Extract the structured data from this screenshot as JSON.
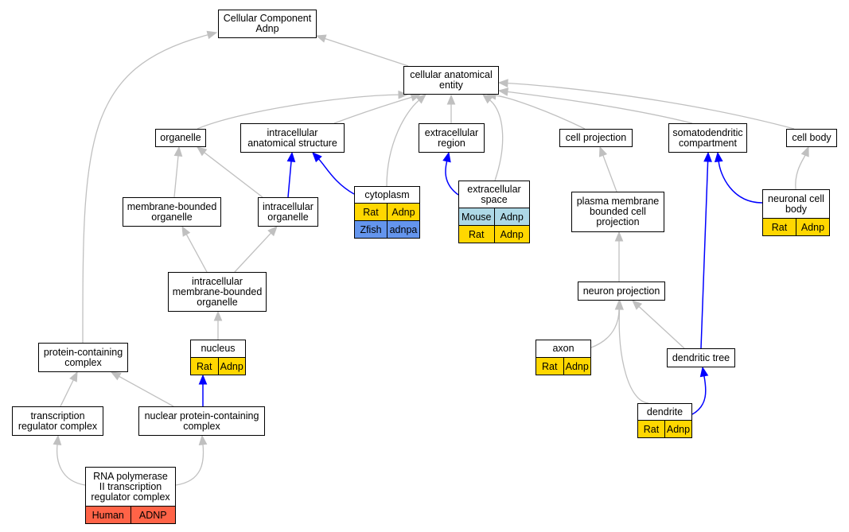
{
  "colors": {
    "edge_gray": "#c0c0c0",
    "edge_blue": "#0000ff",
    "Rat": "#ffd700",
    "Mouse": "#add8e6",
    "Zfish": "#6495ed",
    "Human": "#ff6347"
  },
  "nodes": [
    {
      "id": "cc",
      "label": "Cellular Component\nAdnp"
    },
    {
      "id": "cae",
      "label": "cellular anatomical\nentity"
    },
    {
      "id": "organelle",
      "label": "organelle"
    },
    {
      "id": "ias",
      "label": "intracellular\nanatomical structure"
    },
    {
      "id": "er",
      "label": "extracellular\nregion"
    },
    {
      "id": "cp",
      "label": "cell projection"
    },
    {
      "id": "sdc",
      "label": "somatodendritic\ncompartment"
    },
    {
      "id": "cb",
      "label": "cell body"
    },
    {
      "id": "mbo",
      "label": "membrane-bounded\norganelle"
    },
    {
      "id": "io",
      "label": "intracellular\norganelle"
    },
    {
      "id": "cyto",
      "label": "cytoplasm",
      "genes": [
        {
          "species": "Rat",
          "gene": "Adnp"
        },
        {
          "species": "Zfish",
          "gene": "adnpa"
        }
      ]
    },
    {
      "id": "es",
      "label": "extracellular\nspace",
      "genes": [
        {
          "species": "Mouse",
          "gene": "Adnp"
        },
        {
          "species": "Rat",
          "gene": "Adnp"
        }
      ]
    },
    {
      "id": "pmbcp",
      "label": "plasma membrane\nbounded cell\nprojection"
    },
    {
      "id": "ncb",
      "label": "neuronal cell\nbody",
      "genes": [
        {
          "species": "Rat",
          "gene": "Adnp"
        }
      ]
    },
    {
      "id": "imbo",
      "label": "intracellular\nmembrane-bounded\norganelle"
    },
    {
      "id": "np",
      "label": "neuron projection"
    },
    {
      "id": "pcc",
      "label": "protein-containing\ncomplex"
    },
    {
      "id": "nucleus",
      "label": "nucleus",
      "genes": [
        {
          "species": "Rat",
          "gene": "Adnp"
        }
      ]
    },
    {
      "id": "axon",
      "label": "axon",
      "genes": [
        {
          "species": "Rat",
          "gene": "Adnp"
        }
      ]
    },
    {
      "id": "dt",
      "label": "dendritic tree"
    },
    {
      "id": "trc",
      "label": "transcription\nregulator complex"
    },
    {
      "id": "npcc",
      "label": "nuclear protein-containing\ncomplex"
    },
    {
      "id": "dendrite",
      "label": "dendrite",
      "genes": [
        {
          "species": "Rat",
          "gene": "Adnp"
        }
      ]
    },
    {
      "id": "rnap",
      "label": "RNA polymerase\nII transcription\nregulator complex",
      "genes": [
        {
          "species": "Human",
          "gene": "ADNP"
        }
      ]
    }
  ],
  "edges": [
    {
      "from": "cae",
      "to": "cc",
      "type": "is_a"
    },
    {
      "from": "pcc",
      "to": "cc",
      "type": "is_a"
    },
    {
      "from": "organelle",
      "to": "cae",
      "type": "is_a"
    },
    {
      "from": "ias",
      "to": "cae",
      "type": "is_a"
    },
    {
      "from": "cyto",
      "to": "cae",
      "type": "is_a"
    },
    {
      "from": "er",
      "to": "cae",
      "type": "is_a"
    },
    {
      "from": "es",
      "to": "cae",
      "type": "is_a"
    },
    {
      "from": "cp",
      "to": "cae",
      "type": "is_a"
    },
    {
      "from": "sdc",
      "to": "cae",
      "type": "is_a"
    },
    {
      "from": "cb",
      "to": "cae",
      "type": "is_a"
    },
    {
      "from": "mbo",
      "to": "organelle",
      "type": "is_a"
    },
    {
      "from": "io",
      "to": "organelle",
      "type": "is_a"
    },
    {
      "from": "io",
      "to": "ias",
      "type": "part_of"
    },
    {
      "from": "cyto",
      "to": "ias",
      "type": "part_of"
    },
    {
      "from": "es",
      "to": "er",
      "type": "part_of"
    },
    {
      "from": "pmbcp",
      "to": "cp",
      "type": "is_a"
    },
    {
      "from": "ncb",
      "to": "sdc",
      "type": "part_of"
    },
    {
      "from": "ncb",
      "to": "cb",
      "type": "is_a"
    },
    {
      "from": "imbo",
      "to": "mbo",
      "type": "is_a"
    },
    {
      "from": "imbo",
      "to": "io",
      "type": "is_a"
    },
    {
      "from": "np",
      "to": "pmbcp",
      "type": "is_a"
    },
    {
      "from": "nucleus",
      "to": "imbo",
      "type": "is_a"
    },
    {
      "from": "axon",
      "to": "np",
      "type": "is_a"
    },
    {
      "from": "dt",
      "to": "np",
      "type": "is_a"
    },
    {
      "from": "dt",
      "to": "sdc",
      "type": "part_of"
    },
    {
      "from": "trc",
      "to": "pcc",
      "type": "is_a"
    },
    {
      "from": "npcc",
      "to": "pcc",
      "type": "is_a"
    },
    {
      "from": "npcc",
      "to": "nucleus",
      "type": "part_of"
    },
    {
      "from": "dendrite",
      "to": "np",
      "type": "is_a"
    },
    {
      "from": "dendrite",
      "to": "dt",
      "type": "part_of"
    },
    {
      "from": "rnap",
      "to": "trc",
      "type": "is_a"
    },
    {
      "from": "rnap",
      "to": "npcc",
      "type": "is_a"
    }
  ]
}
